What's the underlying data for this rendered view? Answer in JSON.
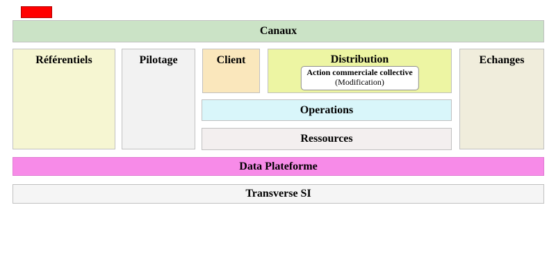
{
  "diagram": {
    "red_marker": {
      "bg": "#ff0000"
    },
    "canaux": {
      "label": "Canaux",
      "bg": "#cbe3c6"
    },
    "referentiels": {
      "label": "Référentiels",
      "bg": "#f6f6d2"
    },
    "pilotage": {
      "label": "Pilotage",
      "bg": "#f2f2f2"
    },
    "client": {
      "label": "Client",
      "bg": "#fae7bc"
    },
    "distribution": {
      "label": "Distribution",
      "bg": "#edf5a3",
      "callout": {
        "title": "Action commerciale collective",
        "subtitle": "(Modification)"
      }
    },
    "echanges": {
      "label": "Echanges",
      "bg": "#f0eddc"
    },
    "operations": {
      "label": "Operations",
      "bg": "#d9f6fa"
    },
    "ressources": {
      "label": "Ressources",
      "bg": "#f3efef"
    },
    "data_plateforme": {
      "label": "Data Plateforme",
      "bg": "#f78be8"
    },
    "transverse_si": {
      "label": "Transverse SI",
      "bg": "#f5f5f5"
    }
  }
}
